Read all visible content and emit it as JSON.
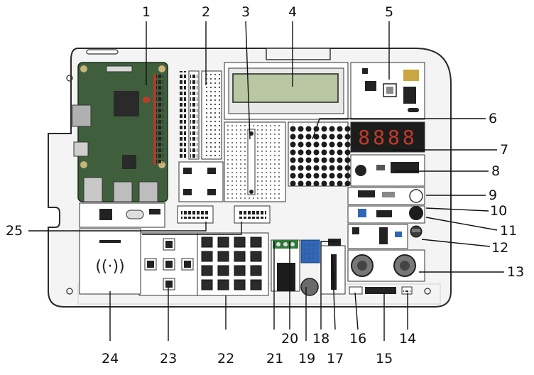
{
  "callouts": {
    "c1": "1",
    "c2": "2",
    "c3": "3",
    "c4": "4",
    "c5": "5",
    "c6": "6",
    "c7": "7",
    "c8": "8",
    "c9": "9",
    "c10": "10",
    "c11": "11",
    "c12": "12",
    "c13": "13",
    "c14": "14",
    "c15": "15",
    "c16": "16",
    "c17": "17",
    "c18": "18",
    "c19": "19",
    "c20": "20",
    "c21": "21",
    "c22": "22",
    "c23": "23",
    "c24": "24",
    "c25": "25"
  },
  "display": {
    "segment_text": "8888"
  },
  "colors": {
    "board_fill": "#f4f4f4",
    "outline": "#2a2a2a",
    "pcb_green": "#3f5f3c",
    "lcd": "#b9c7a2",
    "led_dark": "#1c1c1c",
    "led_red": "#c23b2a",
    "relay_blue": "#2f66b8",
    "terminal_green": "#2f7a3a"
  }
}
